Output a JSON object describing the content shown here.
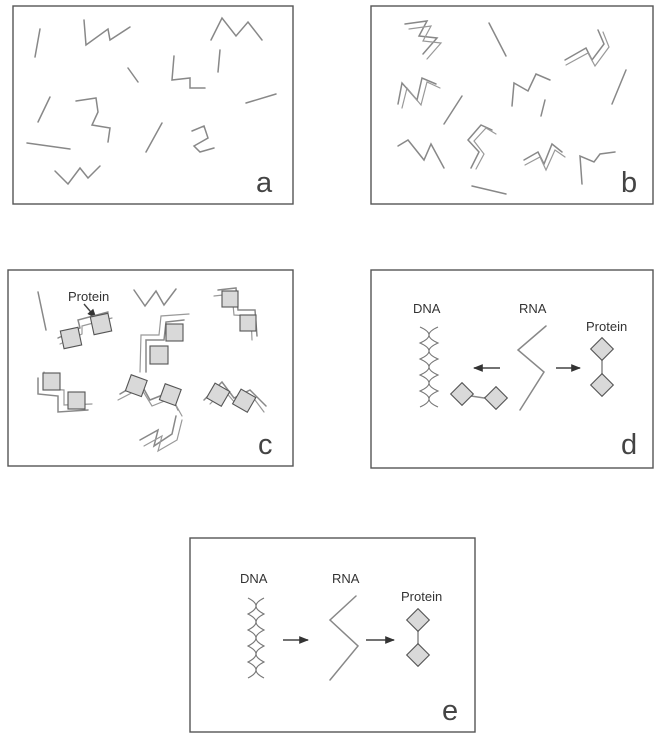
{
  "panels": {
    "a": {
      "letter": "a"
    },
    "b": {
      "letter": "b"
    },
    "c": {
      "letter": "c",
      "protein_label": "Protein"
    },
    "d": {
      "letter": "d",
      "dna_label": "DNA",
      "rna_label": "RNA",
      "protein_label": "Protein"
    },
    "e": {
      "letter": "e",
      "dna_label": "DNA",
      "rna_label": "RNA",
      "protein_label": "Protein"
    }
  }
}
